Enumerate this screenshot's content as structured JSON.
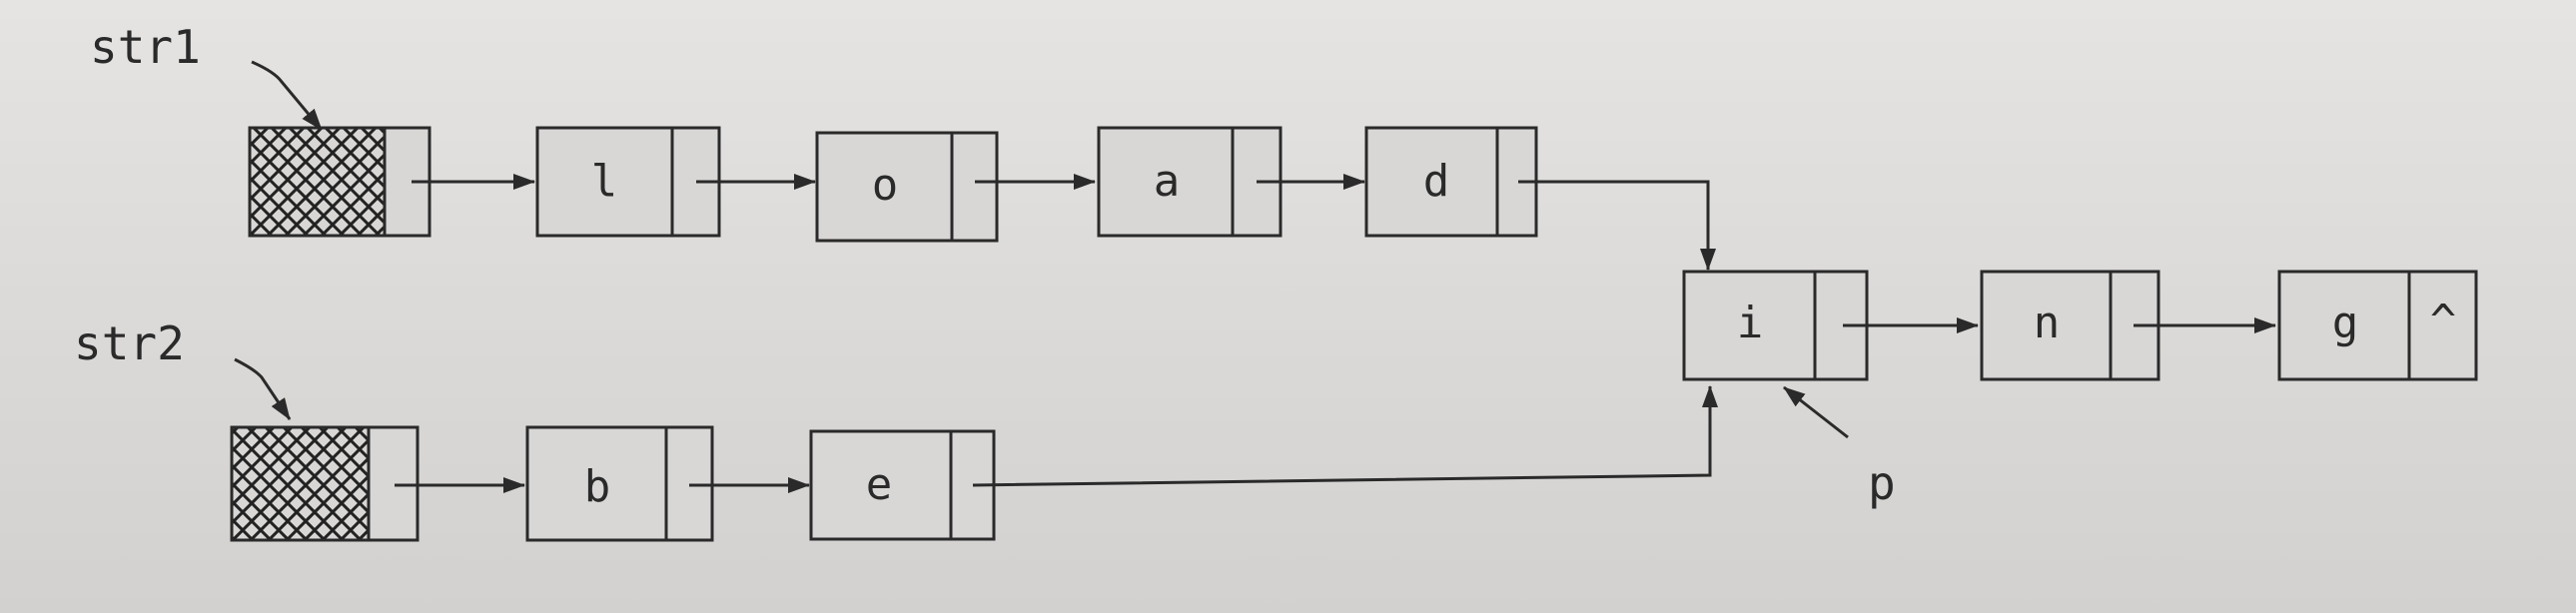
{
  "lists": {
    "str1": {
      "label": "str1",
      "nodes": [
        "l",
        "o",
        "a",
        "d"
      ]
    },
    "str2": {
      "label": "str2",
      "nodes": [
        "b",
        "e"
      ]
    },
    "shared": {
      "nodes": [
        "i",
        "n",
        "g"
      ],
      "null_marker": "^"
    }
  },
  "pointer": {
    "label": "p"
  }
}
